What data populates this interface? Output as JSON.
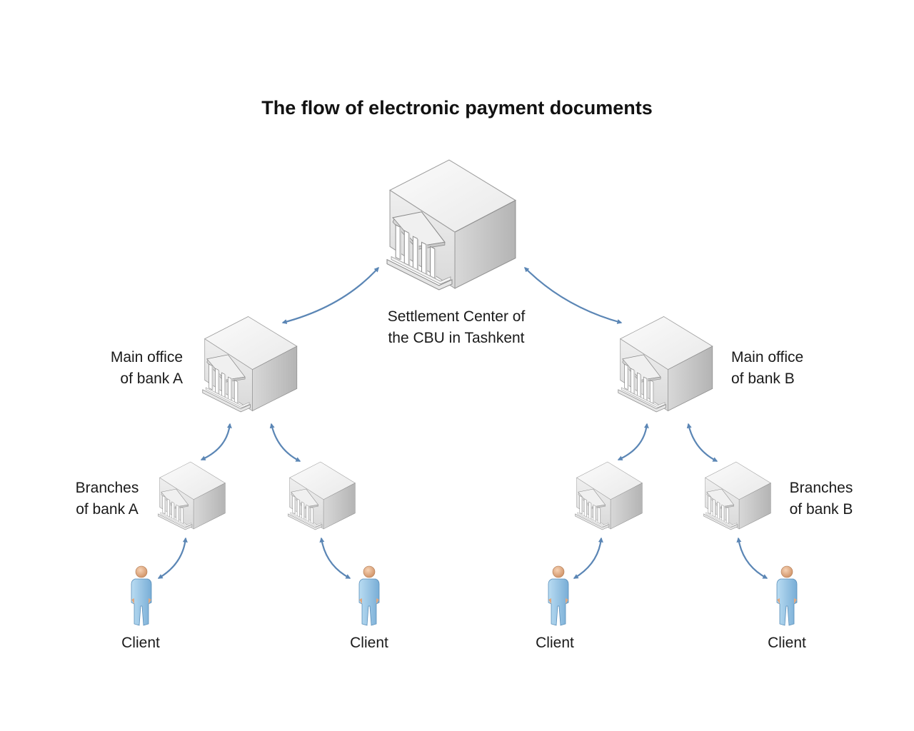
{
  "title": "The flow of electronic payment documents",
  "nodes": {
    "settlement_center": {
      "label_lines": [
        "Settlement Center of",
        "the CBU in Tashkent"
      ]
    },
    "main_office_a": {
      "label_lines": [
        "Main office",
        "of bank A"
      ]
    },
    "main_office_b": {
      "label_lines": [
        "Main office",
        "of bank B"
      ]
    },
    "branches_a": {
      "label_lines": [
        "Branches",
        "of bank A"
      ]
    },
    "branches_b": {
      "label_lines": [
        "Branches",
        "of bank B"
      ]
    },
    "clients": [
      "Client",
      "Client",
      "Client",
      "Client"
    ]
  },
  "colors": {
    "arrow": "#5b86b5",
    "building_top": "#f7f7f7",
    "building_left": "#e4e4e4",
    "building_right": "#c8c8c8",
    "person_body": "#9ac8e8",
    "person_head": "#e8b48c"
  },
  "icons": {
    "building": "bank-building-icon",
    "person": "client-person-icon"
  }
}
